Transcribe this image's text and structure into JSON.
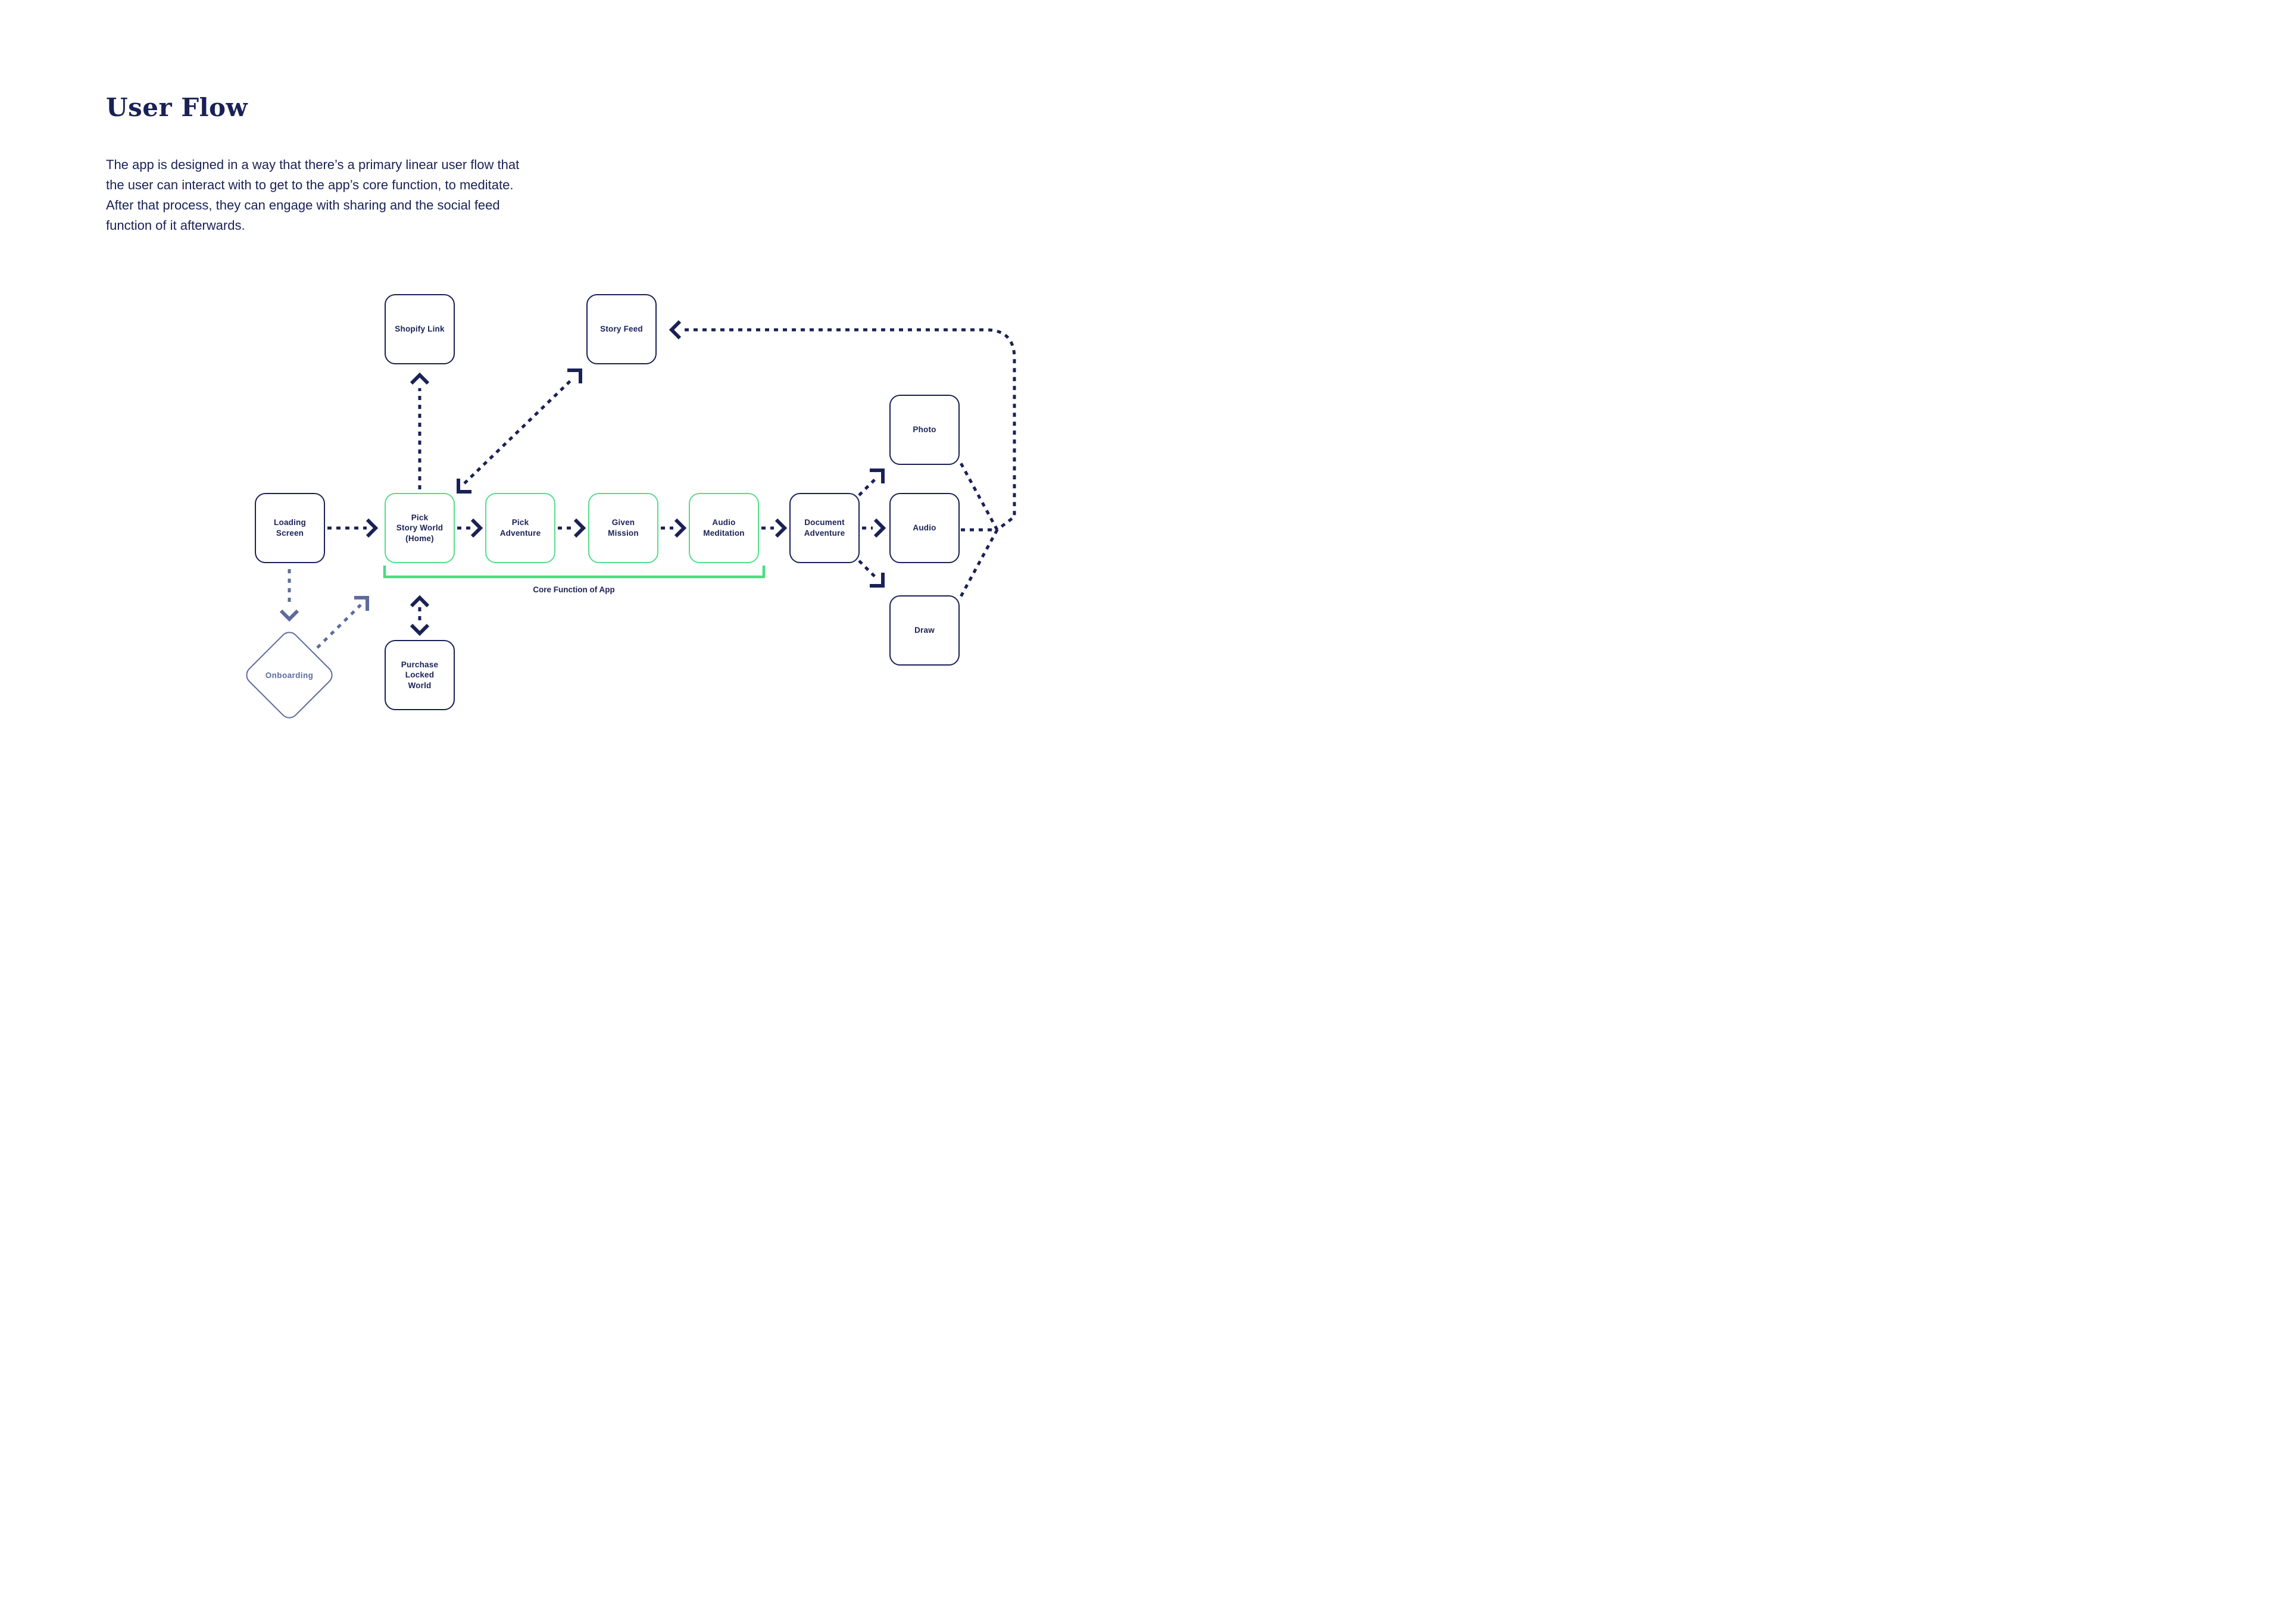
{
  "page": {
    "title": "User Flow",
    "description": "The app is designed in a way that there’s a primary linear user flow that\nthe user can interact with to get to the app’s core function, to meditate.\nAfter that process, they can engage with sharing and the social feed\nfunction of it afterwards."
  },
  "diagram": {
    "bracket_label": "Core Function of App",
    "colors": {
      "navy": "#1a2155",
      "green": "#56de8b",
      "bracket_green": "#4bdc81",
      "slate": "#5d6c9c",
      "bg": "#ffffff"
    },
    "nodes": [
      {
        "id": "shopify-link",
        "label": "Shopify Link",
        "accent": "navy"
      },
      {
        "id": "story-feed",
        "label": "Story Feed",
        "accent": "navy"
      },
      {
        "id": "photo",
        "label": "Photo",
        "accent": "navy"
      },
      {
        "id": "loading-screen",
        "label": "Loading\nScreen",
        "accent": "navy"
      },
      {
        "id": "pick-story-world",
        "label": "Pick\nStory World\n(Home)",
        "accent": "green"
      },
      {
        "id": "pick-adventure",
        "label": "Pick\nAdventure",
        "accent": "green"
      },
      {
        "id": "given-mission",
        "label": "Given\nMission",
        "accent": "green"
      },
      {
        "id": "audio-meditation",
        "label": "Audio\nMeditation",
        "accent": "green"
      },
      {
        "id": "document-adventure",
        "label": "Document\nAdventure",
        "accent": "navy"
      },
      {
        "id": "audio",
        "label": "Audio",
        "accent": "navy"
      },
      {
        "id": "draw",
        "label": "Draw",
        "accent": "navy"
      },
      {
        "id": "purchase-locked-world",
        "label": "Purchase\nLocked\nWorld",
        "accent": "navy"
      },
      {
        "id": "onboarding",
        "label": "Onboarding",
        "accent": "slate"
      }
    ]
  }
}
